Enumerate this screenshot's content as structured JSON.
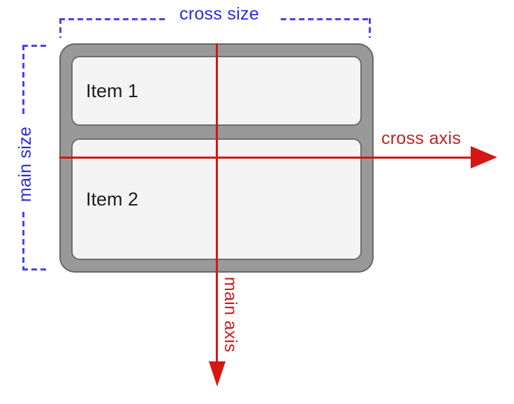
{
  "figure": {
    "description": "Flexbox column diagram showing main axis, cross axis, main size and cross size"
  },
  "labels": {
    "cross_size": "cross size",
    "main_size": "main size",
    "cross_axis": "cross axis",
    "main_axis": "main axis"
  },
  "items": [
    {
      "label": "Item 1"
    },
    {
      "label": "Item 2"
    }
  ],
  "colors": {
    "background": "#ffffff",
    "size_label_blue": "#2a2ae4",
    "size_bracket_blue": "#4a44e5",
    "axis_label_red": "#c5221f",
    "axis_line_red": "#d41712",
    "container_fill": "#999999",
    "container_border": "#666666",
    "item_fill": "#f4f4f4",
    "item_border": "#6e6e6e",
    "item_text": "#1f1f1f"
  }
}
